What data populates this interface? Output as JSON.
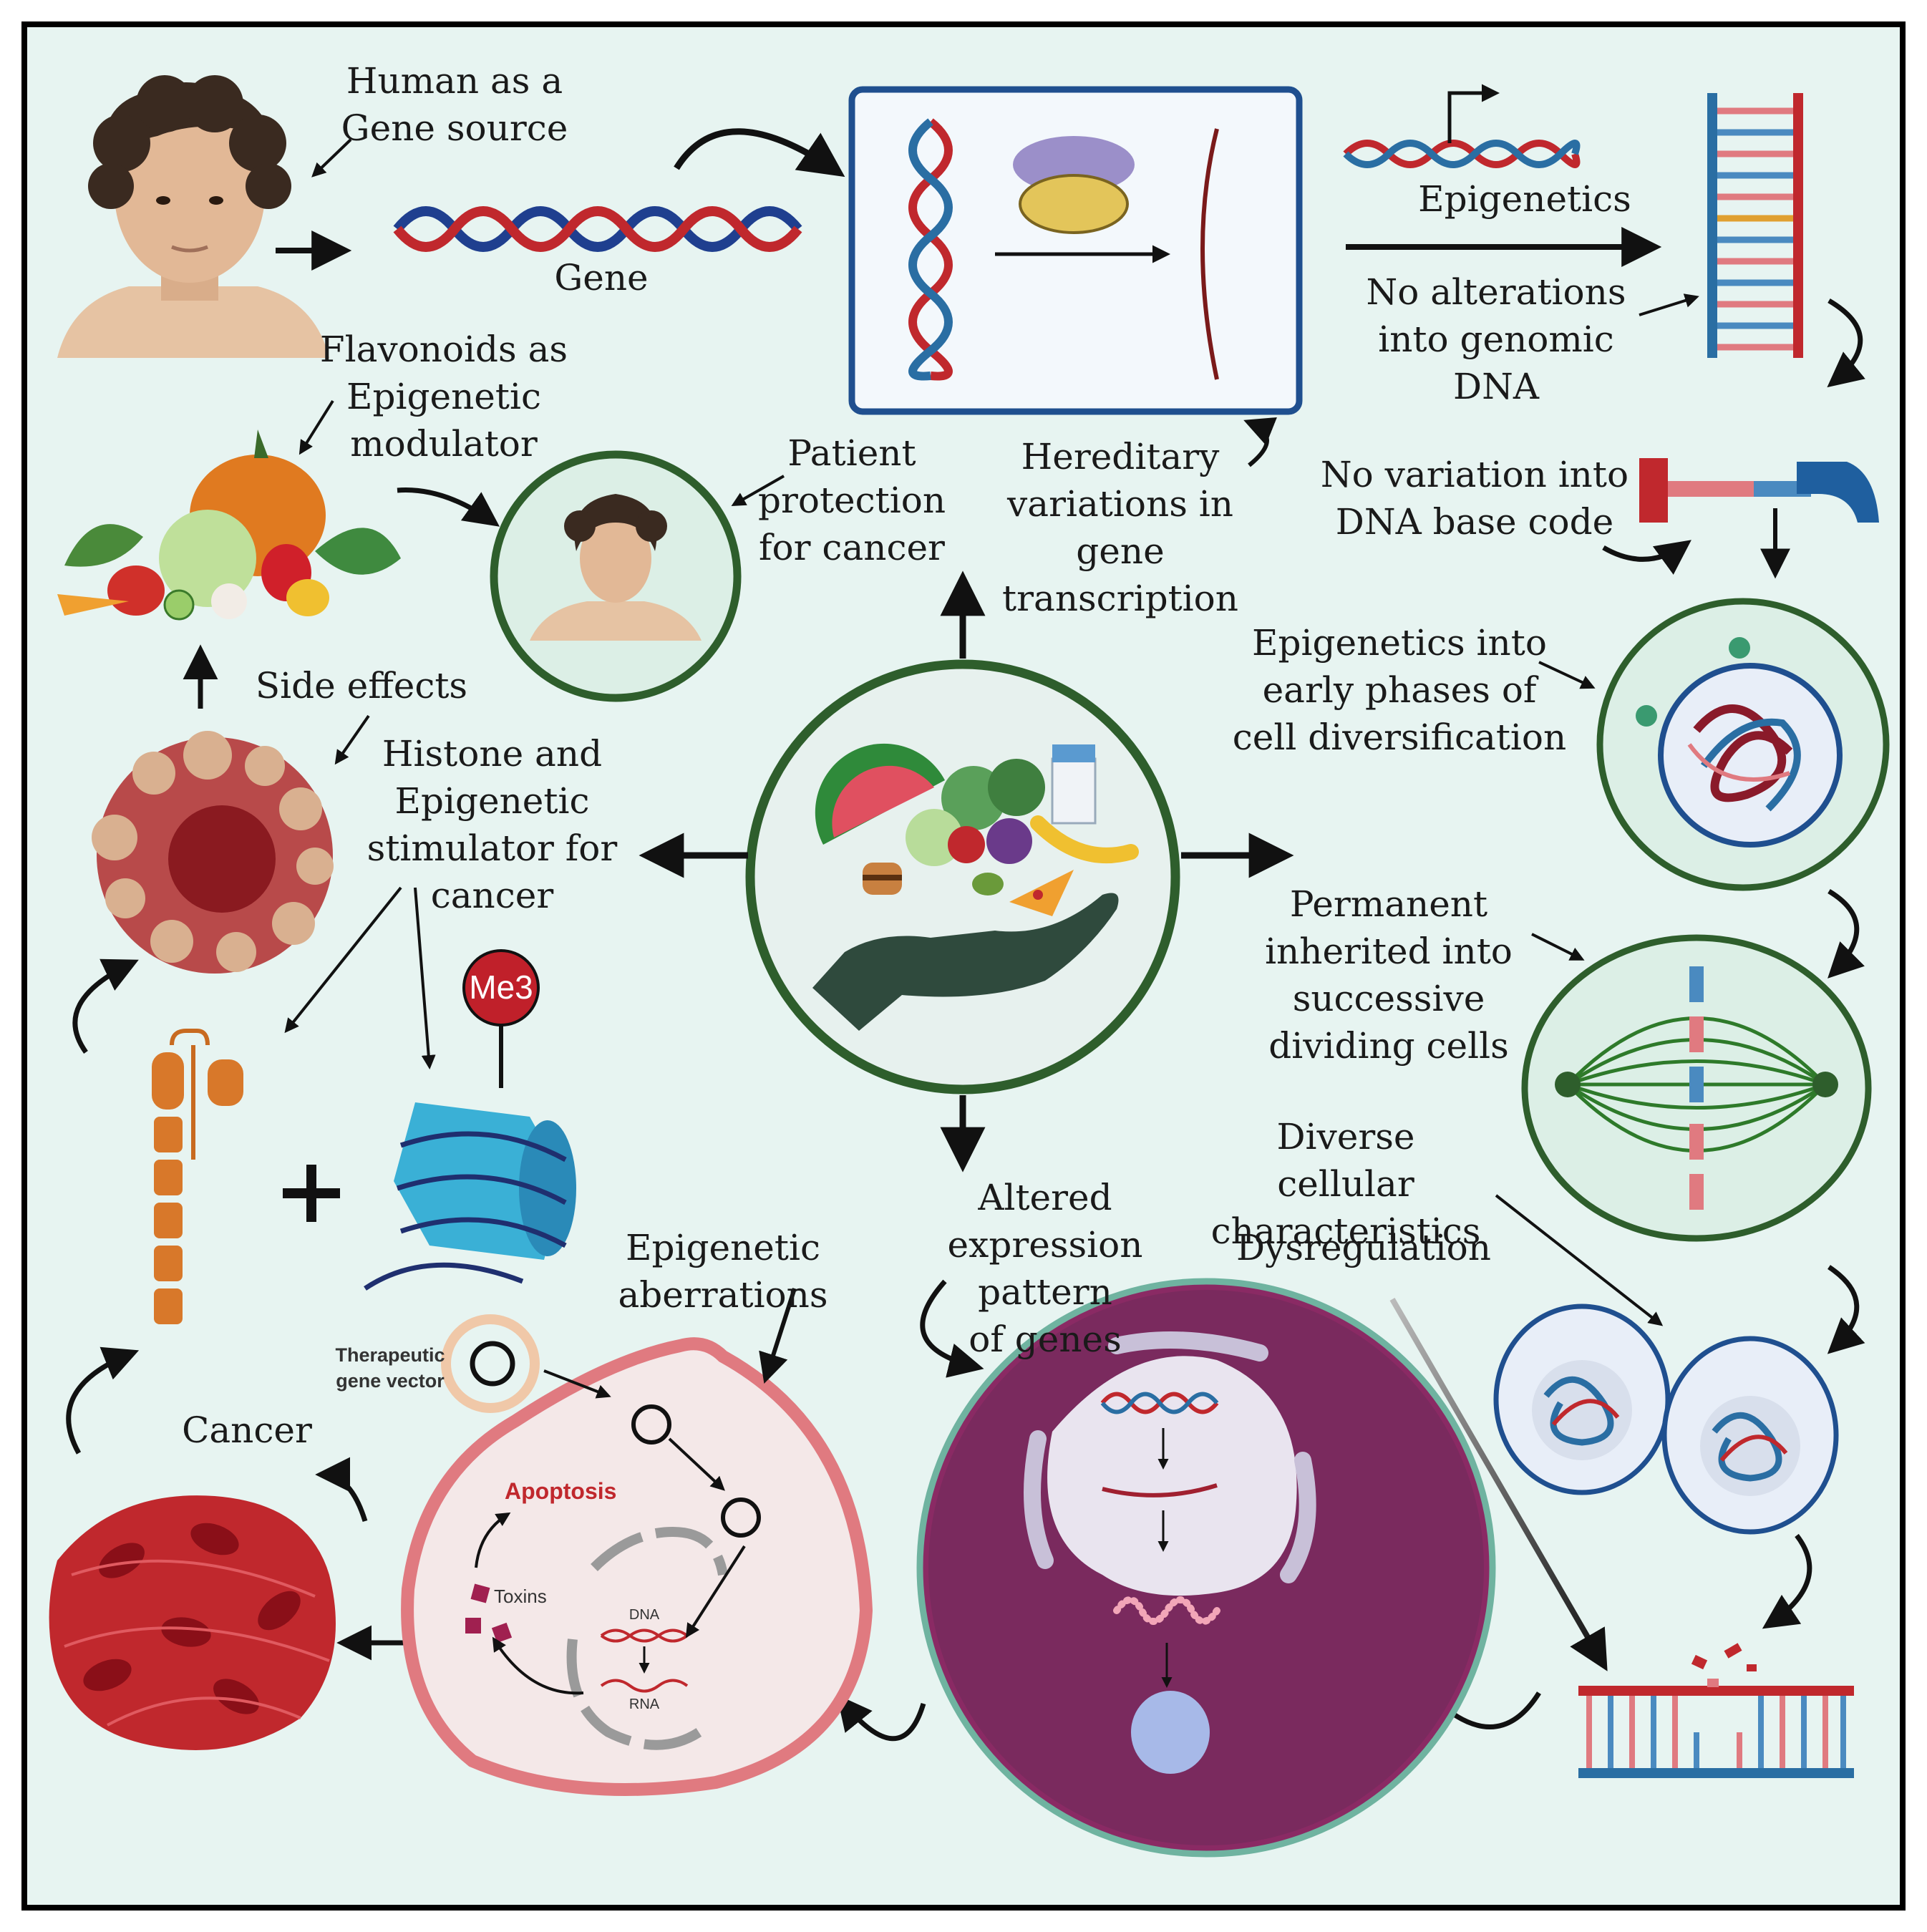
{
  "labels": {
    "human_source": "Human as a\nGene source",
    "gene": "Gene",
    "epigenetics": "Epigenetics",
    "no_alterations": "No alterations\ninto genomic\nDNA",
    "no_variation": "No variation into\nDNA base code",
    "flavonoids": "Flavonoids as\nEpigenetic\nmodulator",
    "patient_protection": "Patient\nprotection\nfor cancer",
    "hereditary": "Hereditary\nvariations in\ngene\ntranscription",
    "early_phases": "Epigenetics into\nearly phases of\ncell diversification",
    "side_effects": "Side effects",
    "histone": "Histone and\nEpigenetic\nstimulator for\ncancer",
    "me3": "Me3",
    "permanent": "Permanent\ninherited into\nsuccessive\ndividing cells",
    "diverse": "Diverse cellular\ncharacteristics",
    "dysregulation": "Dysregulation",
    "altered": "Altered\nexpression pattern\nof genes",
    "aberrations": "Epigenetic\naberrations",
    "cancer": "Cancer",
    "therapeutic": "Therapeutic\ngene vector",
    "apoptosis": "Apoptosis",
    "toxins": "Toxins",
    "dna": "DNA",
    "rna": "RNA"
  },
  "colors": {
    "background": "#e7f4f1",
    "frame": "#000000",
    "ring_green": "#2e5e2c",
    "dna_red": "#c0282d",
    "dna_blue": "#2a6ea3",
    "cancer_red": "#b8222b",
    "nucleus_purple": "#7a2a5e"
  }
}
